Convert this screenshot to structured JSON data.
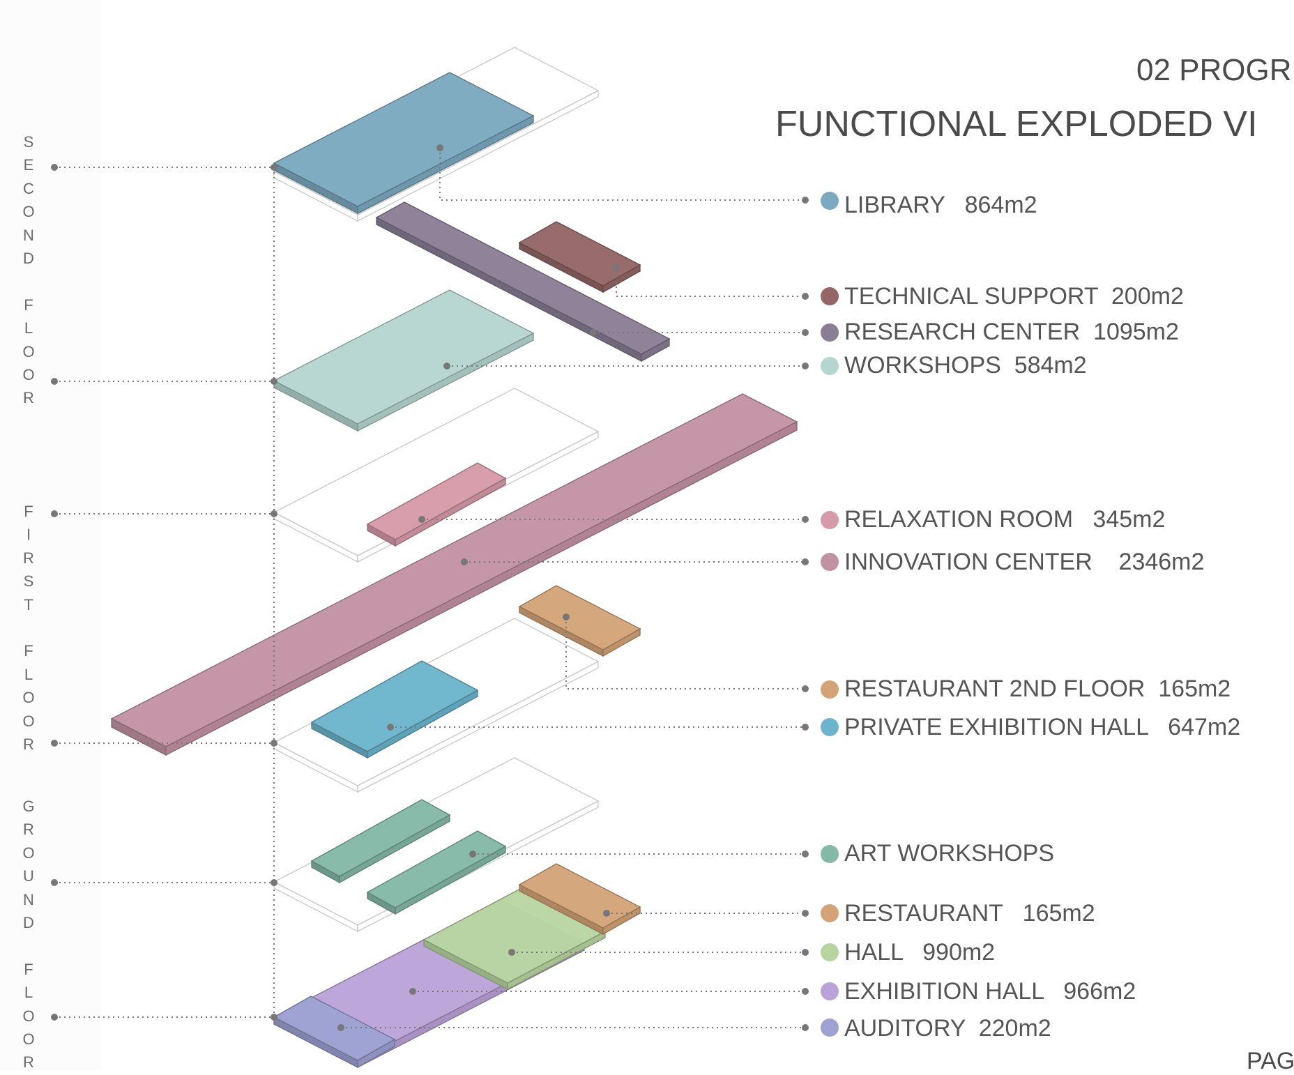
{
  "header": {
    "section": "02 PROGR",
    "title": "FUNCTIONAL EXPLODED VI"
  },
  "floors": [
    {
      "id": "second",
      "label": "SECOND FLOOR"
    },
    {
      "id": "first",
      "label": "FIRST FLOOR"
    },
    {
      "id": "ground",
      "label": "GROUND FLOOR"
    }
  ],
  "legend": [
    {
      "id": "library",
      "label": "LIBRARY   864m2",
      "color": "#7ba9c0"
    },
    {
      "id": "technical-support",
      "label": "TECHNICAL SUPPORT  200m2",
      "color": "#946666"
    },
    {
      "id": "research-center",
      "label": "RESEARCH CENTER  1095m2",
      "color": "#8a7e95"
    },
    {
      "id": "workshops",
      "label": "WORKSHOPS  584m2",
      "color": "#b5d5d1"
    },
    {
      "id": "relaxation-room",
      "label": "RELAXATION ROOM   345m2",
      "color": "#d69aa8"
    },
    {
      "id": "innovation-center",
      "label": "INNOVATION CENTER    2346m2",
      "color": "#c292a4"
    },
    {
      "id": "restaurant-2nd-floor",
      "label": "RESTAURANT 2ND FLOOR  165m2",
      "color": "#d3a377"
    },
    {
      "id": "private-exhibition-hall",
      "label": "PRIVATE EXHIBITION HALL   647m2",
      "color": "#6bb4cb"
    },
    {
      "id": "art-workshops",
      "label": "ART WORKSHOPS",
      "color": "#84b8a8"
    },
    {
      "id": "restaurant",
      "label": "RESTAURANT   165m2",
      "color": "#d3a377"
    },
    {
      "id": "hall",
      "label": "HALL   990m2",
      "color": "#b8d5a1"
    },
    {
      "id": "exhibition-hall",
      "label": "EXHIBITION HALL   966m2",
      "color": "#b9a2d8"
    },
    {
      "id": "auditory",
      "label": "AUDITORY  220m2",
      "color": "#9da2d3"
    }
  ],
  "footer": {
    "page": "PAG"
  },
  "colors": {
    "leader": "#777777",
    "outline": "#c8c8c8",
    "text": "#555555"
  }
}
